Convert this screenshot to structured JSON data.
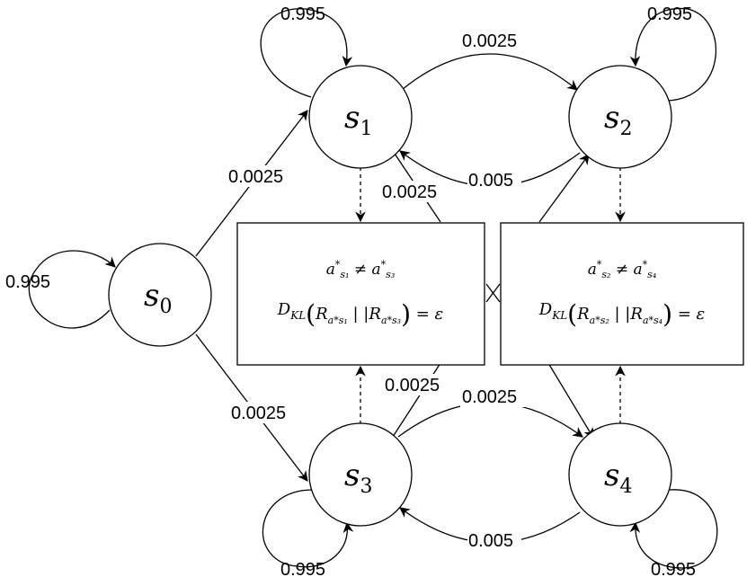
{
  "nodes": {
    "s0": {
      "base": "s",
      "sub": "0"
    },
    "s1": {
      "base": "s",
      "sub": "1"
    },
    "s2": {
      "base": "s",
      "sub": "2"
    },
    "s3": {
      "base": "s",
      "sub": "3"
    },
    "s4": {
      "base": "s",
      "sub": "4"
    }
  },
  "edges": {
    "s0_self": "0.995",
    "s1_self": "0.995",
    "s2_self": "0.995",
    "s3_self": "0.995",
    "s4_self": "0.995",
    "s0_s1": "0.0025",
    "s0_s3": "0.0025",
    "s1_s2": "0.0025",
    "s2_s1": "0.005",
    "s1_s4": "0.0025",
    "s3_s2": "0.0025",
    "s3_s4": "0.0025",
    "s4_s3": "0.005"
  },
  "boxes": {
    "left": {
      "line1": "a*s1 ≠ a*s3",
      "line2": "D_KL(R_{a*s1} || R_{a*s3}) = ε"
    },
    "right": {
      "line1": "a*s2 ≠ a*s4",
      "line2": "D_KL(R_{a*s2} || R_{a*s4}) = ε"
    }
  }
}
